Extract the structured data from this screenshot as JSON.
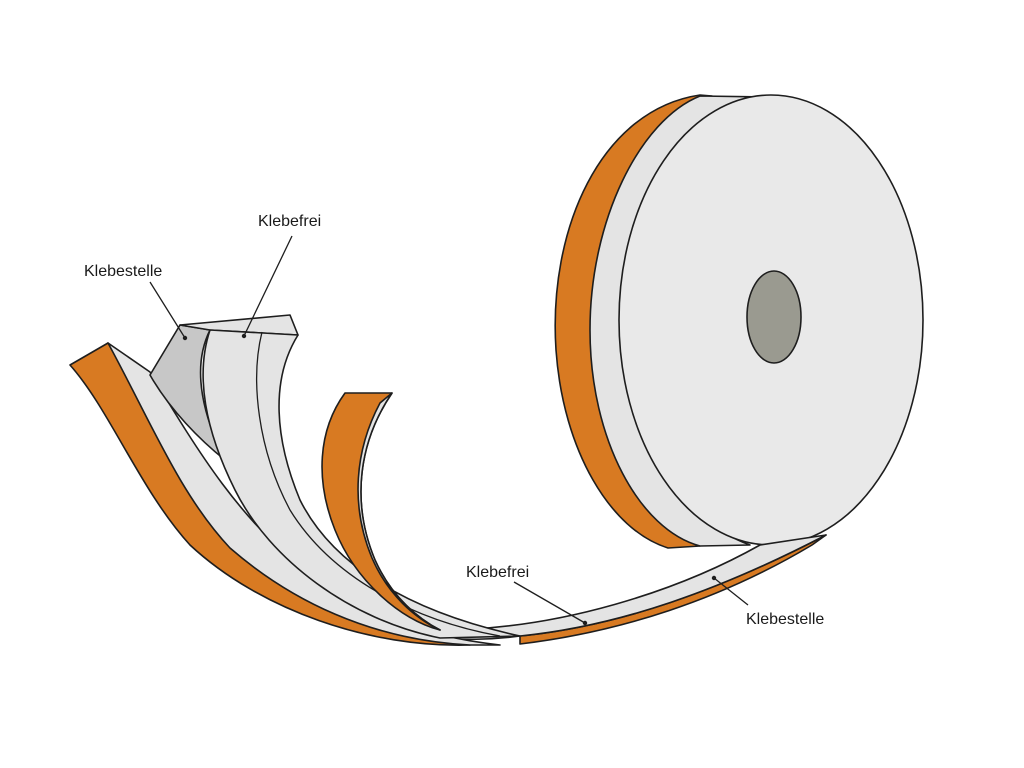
{
  "colors": {
    "adhesive_layer": "#D87A22",
    "backing_light": "#E4E4E4",
    "backing_shadow": "#C7C7C7",
    "roll_face": "#E9E9E9",
    "core_hole": "#9A9A90",
    "outline": "#1E1E1E"
  },
  "labels": {
    "top_klebefrei": "Klebefrei",
    "top_klebestelle": "Klebestelle",
    "bottom_klebefrei": "Klebefrei",
    "bottom_klebestelle": "Klebestelle"
  }
}
